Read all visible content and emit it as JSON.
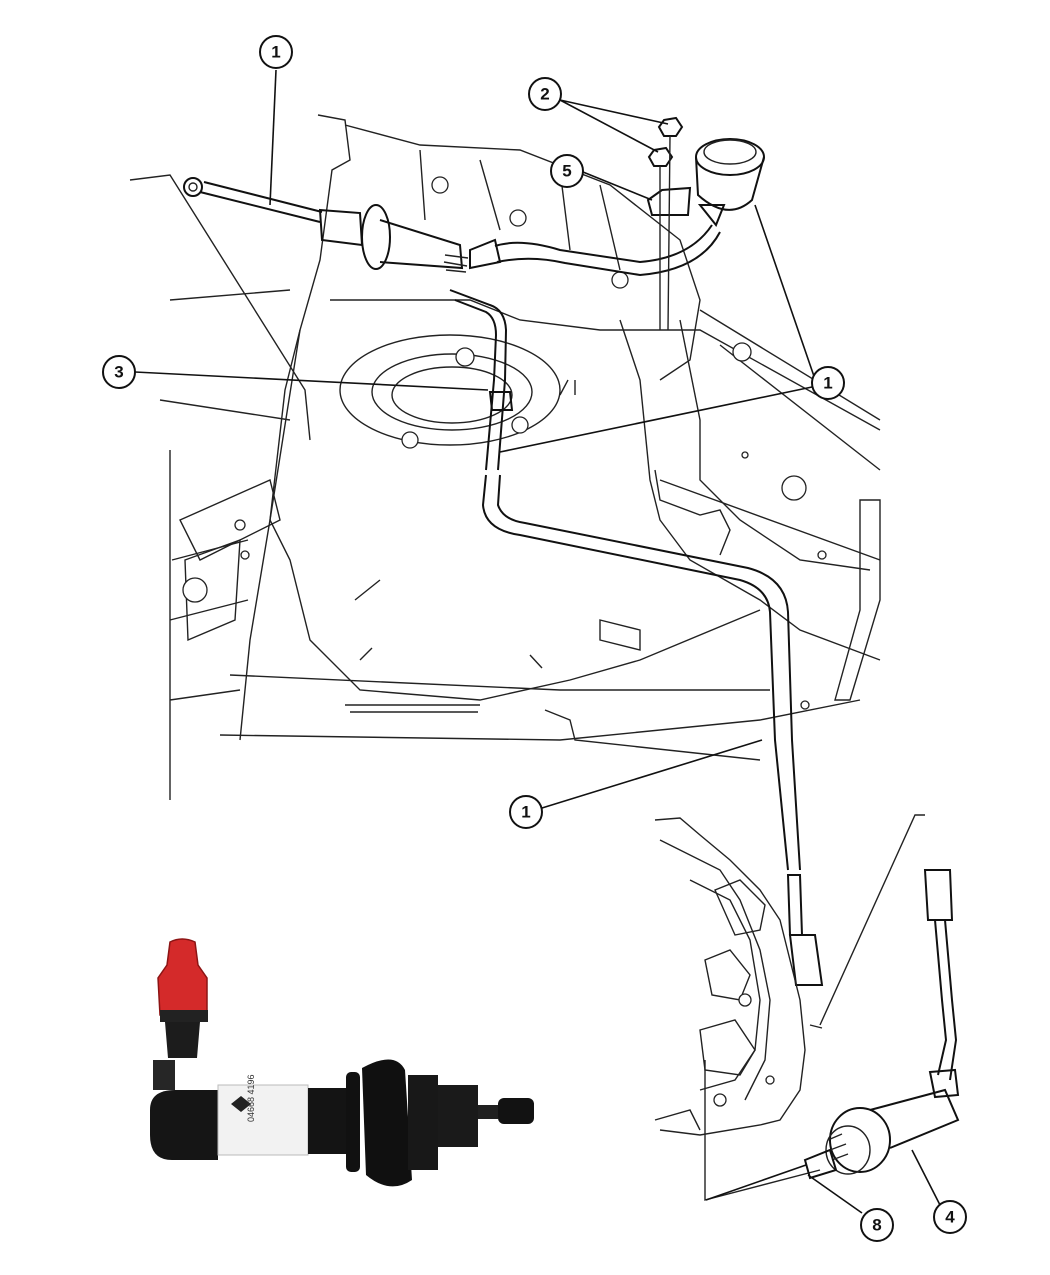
{
  "diagram": {
    "callouts": [
      {
        "id": "c1-top",
        "label": "1"
      },
      {
        "id": "c2",
        "label": "2"
      },
      {
        "id": "c5",
        "label": "5"
      },
      {
        "id": "c3",
        "label": "3"
      },
      {
        "id": "c1-right",
        "label": "1"
      },
      {
        "id": "c1-bottom",
        "label": "1"
      },
      {
        "id": "c8",
        "label": "8"
      },
      {
        "id": "c4",
        "label": "4"
      }
    ],
    "photo_label_text": "04668 4196"
  },
  "colors": {
    "line": "#111111",
    "background": "#ffffff",
    "cap_red": "#d42a2a",
    "body_black": "#151515",
    "label_white": "#f2f2f2"
  }
}
